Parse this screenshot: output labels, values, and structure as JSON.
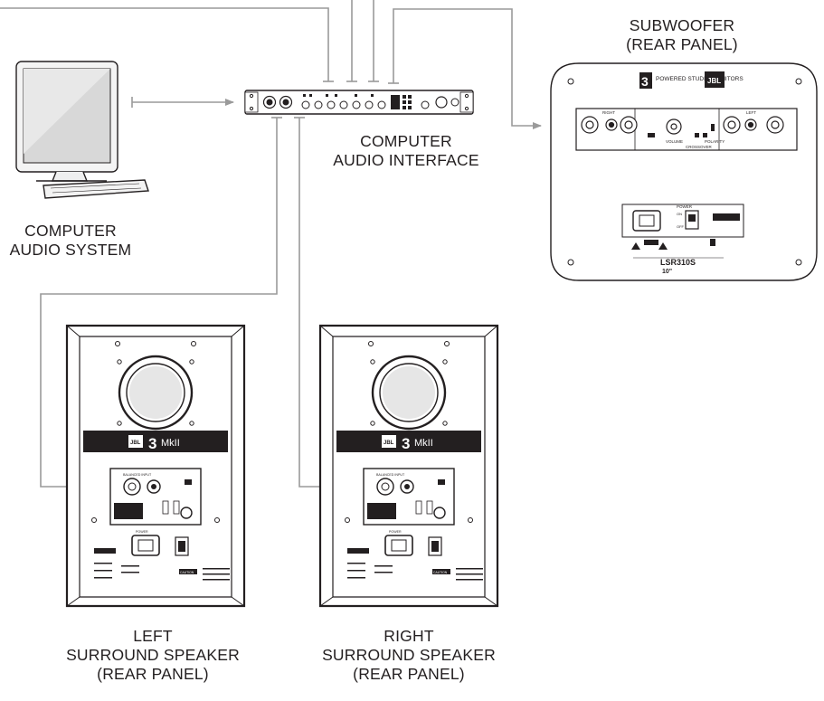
{
  "labels": {
    "subwoofer": {
      "line1": "SUBWOOFER",
      "line2": "(REAR PANEL)"
    },
    "interface": {
      "line1": "COMPUTER",
      "line2": "AUDIO INTERFACE"
    },
    "computer": {
      "line1": "COMPUTER",
      "line2": "AUDIO SYSTEM"
    },
    "left": {
      "line1": "LEFT",
      "line2": "SURROUND SPEAKER",
      "line3": "(REAR PANEL)"
    },
    "right": {
      "line1": "RIGHT",
      "line2": "SURROUND SPEAKER",
      "line3": "(REAR PANEL)"
    }
  },
  "subwoofer_panel": {
    "series_digit": "3",
    "series_text": "POWERED STUDIO MONITORS",
    "brand": "JBL",
    "model": "LSR310S",
    "size_text": "10\"",
    "right_group": "RIGHT",
    "left_group": "LEFT",
    "volume": "VOLUME",
    "crossover": "CROSSOVER",
    "polarity": "POLARITY",
    "power": "POWER",
    "on": "ON",
    "off": "OFF"
  },
  "speaker_panel": {
    "brand": "JBL",
    "series_digit": "3",
    "mark": "MkII",
    "balanced_input": "BALANCED INPUT",
    "power": "POWER",
    "caution": "CAUTION"
  },
  "colors": {
    "line": "#231f20",
    "arrow": "#9a9a9a",
    "panel_dark": "#231f20",
    "screen": "#d4d4d4"
  }
}
